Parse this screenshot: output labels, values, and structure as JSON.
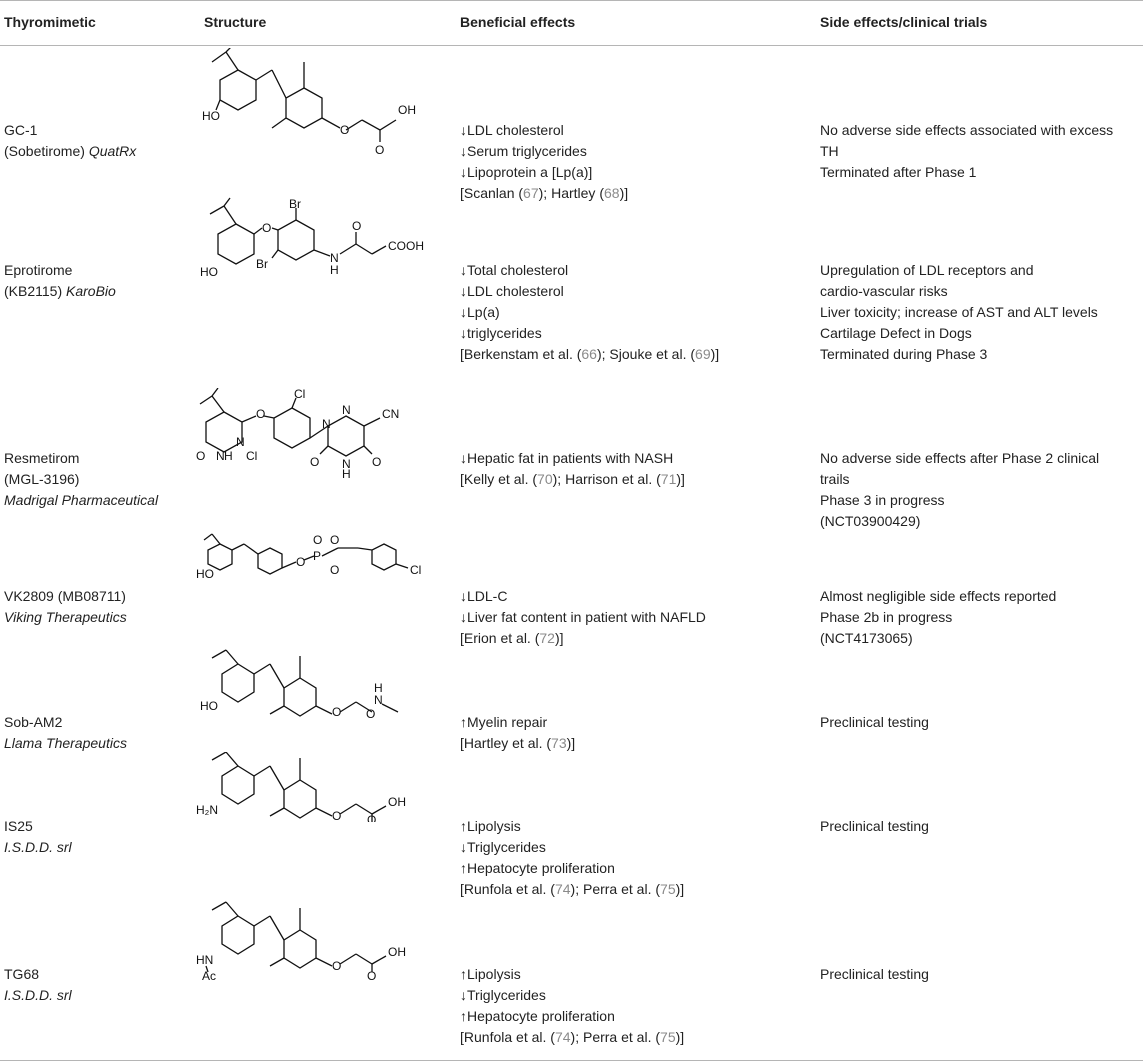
{
  "headers": {
    "thyromimetic": "Thyromimetic",
    "structure": "Structure",
    "beneficial": "Beneficial effects",
    "side": "Side effects/clinical trials"
  },
  "rows": [
    {
      "name": "GC-1",
      "sub": "(Sobetirome)",
      "company": "QuatRx",
      "labels": [
        "HO",
        "OH",
        "O",
        "O"
      ],
      "benefits": [
        "↓LDL cholesterol",
        "↓Serum triglycerides",
        "↓Lipoprotein a [Lp(a)]"
      ],
      "refs": [
        {
          "author": "Scanlan",
          "num": "67"
        },
        {
          "author": "Hartley",
          "num": "68"
        }
      ],
      "side": [
        "No adverse side effects associated with excess",
        "TH",
        "Terminated after Phase 1"
      ]
    },
    {
      "name": "Eprotirome",
      "sub": "(KB2115)",
      "company": "KaroBio",
      "labels": [
        "HO",
        "O",
        "Br",
        "Br",
        "N",
        "H",
        "O",
        "COOH"
      ],
      "benefits": [
        "↓Total cholesterol",
        "↓LDL cholesterol",
        "↓Lp(a)",
        "↓triglycerides"
      ],
      "refs": [
        {
          "author": "Berkenstam et al.",
          "num": "66"
        },
        {
          "author": "Sjouke et al.",
          "num": "69"
        }
      ],
      "side": [
        "Upregulation of LDL receptors and",
        "cardio-vascular risks",
        "Liver toxicity; increase of AST and ALT levels",
        "Cartilage Defect in Dogs",
        "Terminated during Phase 3"
      ]
    },
    {
      "name": "Resmetirom",
      "sub": "(MGL-3196)",
      "company": "Madrigal Pharmaceutical",
      "labels": [
        "O",
        "Cl",
        "N",
        "N",
        "H",
        "O",
        "Cl",
        "N",
        "N",
        "CN",
        "O",
        "N",
        "H",
        "O"
      ],
      "benefits": [
        "↓Hepatic fat in patients with NASH"
      ],
      "refs": [
        {
          "author": "Kelly et al.",
          "num": "70"
        },
        {
          "author": "Harrison et al.",
          "num": "71"
        }
      ],
      "side": [
        "No adverse side effects after Phase 2 clinical",
        "trails",
        "Phase 3 in progress",
        "(NCT03900429)"
      ]
    },
    {
      "name": "VK2809 (MB08711)",
      "sub": "",
      "company": "Viking Therapeutics",
      "labels": [
        "HO",
        "O",
        "P",
        "O",
        "O",
        "O",
        "Cl"
      ],
      "benefits": [
        "↓LDL-C",
        "↓Liver fat content in patient with NAFLD"
      ],
      "refs": [
        {
          "author": "Erion et al.",
          "num": "72"
        }
      ],
      "side": [
        "Almost negligible side effects reported",
        "Phase 2b in progress",
        "(NCT4173065)"
      ]
    },
    {
      "name": "Sob-AM2",
      "sub": "",
      "company": "Llama Therapeutics",
      "labels": [
        "HO",
        "O",
        "O",
        "N",
        "H"
      ],
      "benefits": [
        "↑Myelin repair"
      ],
      "refs": [
        {
          "author": "Hartley et al.",
          "num": "73"
        }
      ],
      "side": [
        "Preclinical testing"
      ]
    },
    {
      "name": "IS25",
      "sub": "",
      "company": "I.S.D.D. srl",
      "labels": [
        "H₂N",
        "O",
        "O",
        "OH"
      ],
      "benefits": [
        "↑Lipolysis",
        "↓Triglycerides",
        "↑Hepatocyte proliferation"
      ],
      "refs": [
        {
          "author": "Runfola et al.",
          "num": "74"
        },
        {
          "author": "Perra et al.",
          "num": "75"
        }
      ],
      "side": [
        "Preclinical testing"
      ]
    },
    {
      "name": "TG68",
      "sub": "",
      "company": "I.S.D.D. srl",
      "labels": [
        "HN",
        "Ac",
        "O",
        "O",
        "OH"
      ],
      "benefits": [
        "↑Lipolysis",
        "↓Triglycerides",
        "↑Hepatocyte proliferation"
      ],
      "refs": [
        {
          "author": "Runfola et al.",
          "num": "74"
        },
        {
          "author": "Perra et al.",
          "num": "75"
        }
      ],
      "side": [
        "Preclinical testing"
      ]
    }
  ]
}
